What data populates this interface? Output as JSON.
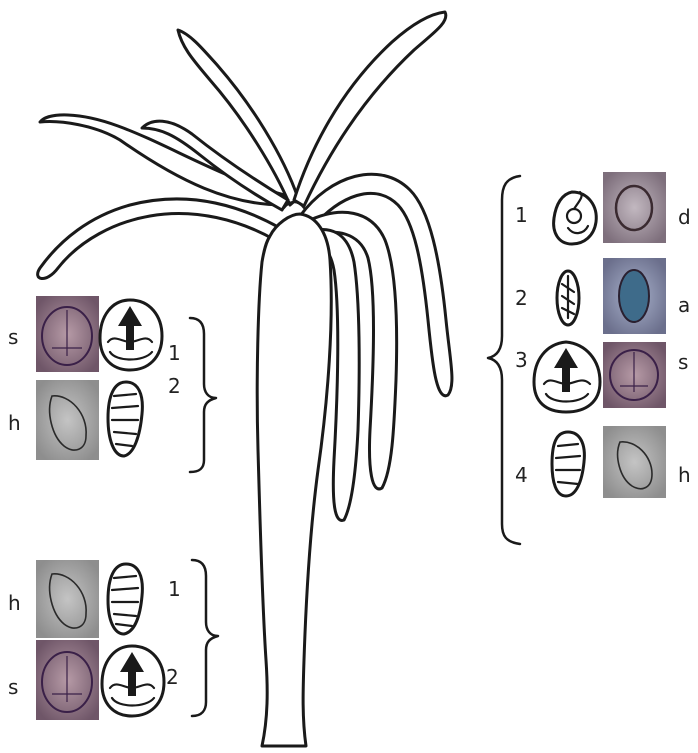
{
  "right_group": {
    "items": [
      {
        "number": "1",
        "type_label": "d",
        "kind": "desmoneme"
      },
      {
        "number": "2",
        "type_label": "a",
        "kind": "atrichous-isorhiza"
      },
      {
        "number": "3",
        "type_label": "s",
        "kind": "stenotele"
      },
      {
        "number": "4",
        "type_label": "h",
        "kind": "holotrichous-isorhiza"
      }
    ]
  },
  "left_upper_group": {
    "items": [
      {
        "number": "1",
        "type_label": "s",
        "kind": "stenotele"
      },
      {
        "number": "2",
        "type_label": "h",
        "kind": "holotrichous-isorhiza"
      }
    ]
  },
  "left_lower_group": {
    "items": [
      {
        "number": "1",
        "type_label": "h",
        "kind": "holotrichous-isorhiza"
      },
      {
        "number": "2",
        "type_label": "s",
        "kind": "stenotele"
      }
    ]
  },
  "colors": {
    "photo_stenotele": "#8a7080",
    "photo_holotrichous": "#a8a8a8",
    "photo_desmoneme": "#9a8c98",
    "photo_atrichous": "#7f8aa6",
    "outline": "#1a1a1a"
  }
}
